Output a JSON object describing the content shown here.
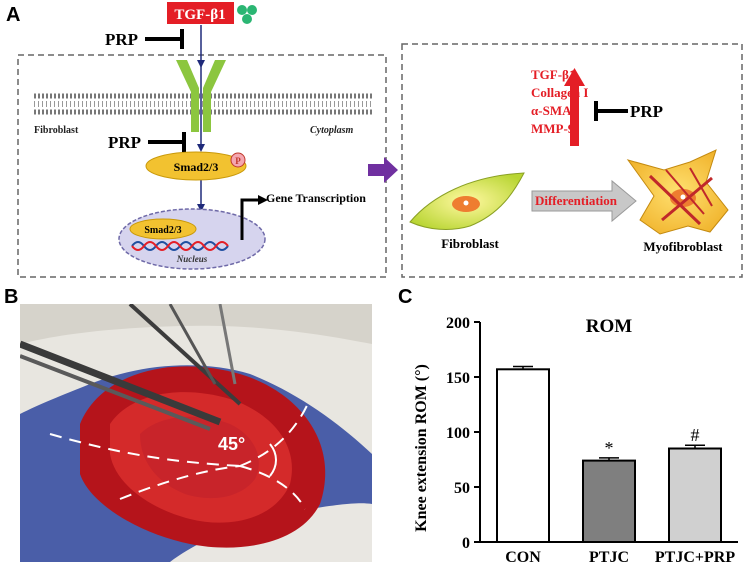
{
  "panel_labels": {
    "a": "A",
    "b": "B",
    "c": "C"
  },
  "panel_a": {
    "tgf_label": "TGF-β1",
    "prp_top": "PRP",
    "prp_mid": "PRP",
    "prp_right": "PRP",
    "fibroblast_membrane_label": "Fibroblast",
    "cytoplasm_label": "Cytoplasm",
    "smad_label": "Smad2/3",
    "phospho_label": "P",
    "nuclear_smad_label": "Smad2/3",
    "nucleus_label": "Nucleus",
    "gene_transcription_label": "Gene Transcription",
    "markers": [
      "TGF-β1",
      "Collagen I",
      "α-SMA",
      "MMP-9"
    ],
    "differentiation_label": "Differentiation",
    "fibroblast_label": "Fibroblast",
    "myofibroblast_label": "Myofibroblast",
    "colors": {
      "tgf_box": "#e41e26",
      "receptor": "#8cc63f",
      "smad": "#f2c230",
      "nucleus": "#d6d4ee",
      "marker_text": "#e41e26",
      "arrow_purple": "#7030a0"
    }
  },
  "panel_b": {
    "angle_label": "45°"
  },
  "chart_data": {
    "type": "bar",
    "title": "ROM",
    "ylabel": "Knee extension ROM (°)",
    "xlabel": "",
    "categories": [
      "CON",
      "PTJC",
      "PTJC+PRP"
    ],
    "values": [
      157,
      74,
      85
    ],
    "errors": [
      2.5,
      2.5,
      3
    ],
    "annotations": [
      "",
      "*",
      "#"
    ],
    "bar_colors": [
      "#ffffff",
      "#7f7f7f",
      "#d0d0d0"
    ],
    "ylim": [
      0,
      200
    ],
    "yticks": [
      0,
      50,
      100,
      150,
      200
    ],
    "grid": false
  }
}
